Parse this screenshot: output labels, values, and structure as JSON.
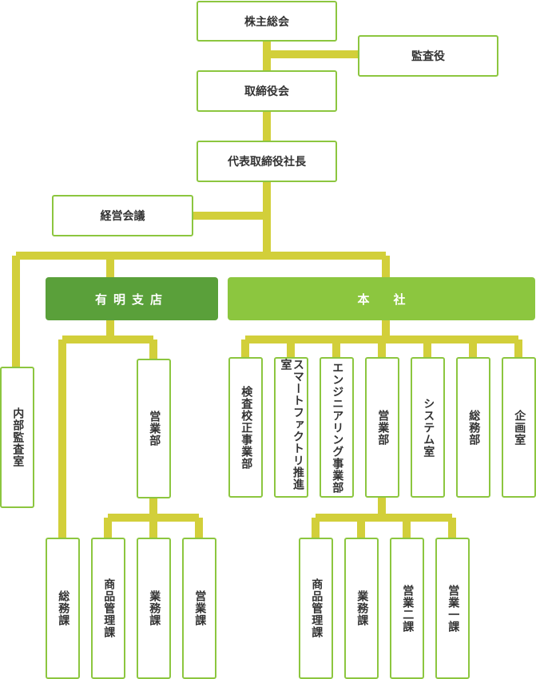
{
  "colors": {
    "line": "#d2cf3a",
    "border": "#8cc63f",
    "branch_header": "#5aa03a",
    "hq_header": "#8cc63f"
  },
  "top": {
    "shareholders": "株主総会",
    "auditor": "監査役",
    "board": "取締役会",
    "president": "代表取締役社長",
    "management_council": "経営会議"
  },
  "internal_audit": "内部監査室",
  "branch": {
    "title": "有明支店",
    "general_affairs": "総務課",
    "sales_dept": "営業部",
    "sections": [
      "商品管理課",
      "業務課",
      "営業課"
    ]
  },
  "hq": {
    "title": "本　　社",
    "departments": [
      "検査校正事業部",
      "スマートファクトリ推進室",
      "エンジニアリング事業部",
      "営業部",
      "システム室",
      "総務部",
      "企画室"
    ],
    "sales_sections": [
      "商品管理課",
      "業務課",
      "営業二課",
      "営業一課"
    ]
  }
}
